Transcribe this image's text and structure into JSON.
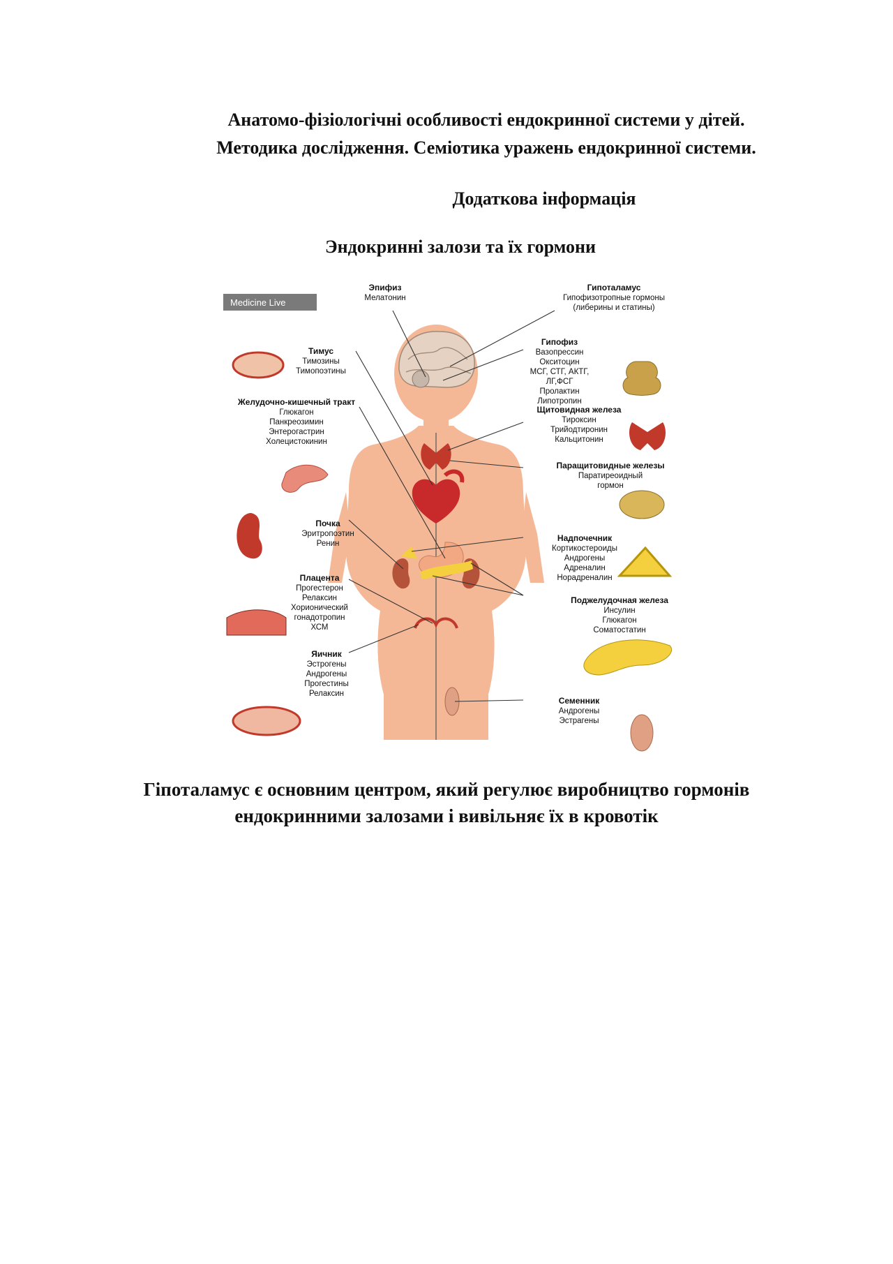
{
  "title_lines": [
    "Анатомо-фізіологічні особливості ендокринної системи у дітей.",
    "Методика дослідження. Семіотика уражень ендокринної системи."
  ],
  "subtitle": "Додаткова інформація",
  "section_title": "Эндокринні залози та їх гормони",
  "figure": {
    "watermark": "Medicine Live",
    "glands": [
      {
        "name": "Эпифиз",
        "hormones": [
          "Мелатонин"
        ]
      },
      {
        "name": "Гипоталамус",
        "hormones": [
          "Гипофизотропные гормоны",
          "(либерины и статины)"
        ]
      },
      {
        "name": "Тимус",
        "hormones": [
          "Тимозины",
          "Тимопоэтины"
        ]
      },
      {
        "name": "Гипофиз",
        "hormones": [
          "Вазопрессин",
          "Окситоцин",
          "МСГ, СТГ, АКТГ,",
          "ЛГ,ФСГ",
          "Пролактин",
          "Липотропин"
        ]
      },
      {
        "name": "Желудочно-кишечный тракт",
        "hormones": [
          "Глюкагон",
          "Панкреозимин",
          "Энтерогастрин",
          "Холецистокинин"
        ]
      },
      {
        "name": "Щитовидная железа",
        "hormones": [
          "Тироксин",
          "Трийодтиронин",
          "Кальцитонин"
        ]
      },
      {
        "name": "Паращитовидные железы",
        "hormones": [
          "Паратиреоидный",
          "гормон"
        ]
      },
      {
        "name": "Почка",
        "hormones": [
          "Эритропоэтин",
          "Ренин"
        ]
      },
      {
        "name": "Надпочечник",
        "hormones": [
          "Кортикостероиды",
          "Андрогены",
          "Адреналин",
          "Норадреналин"
        ]
      },
      {
        "name": "Плацента",
        "hormones": [
          "Прогестерон",
          "Релаксин",
          "Хорионический",
          "гонадотропин",
          "ХСМ"
        ]
      },
      {
        "name": "Поджелудочная железа",
        "hormones": [
          "Инсулин",
          "Глюкагон",
          "Соматостатин"
        ]
      },
      {
        "name": "Яичник",
        "hormones": [
          "Эстрогены",
          "Андрогены",
          "Прогестины",
          "Релаксин"
        ]
      },
      {
        "name": "Семенник",
        "hormones": [
          "Андрогены",
          "Эстрагены"
        ]
      }
    ]
  },
  "bottom_text_lines": [
    "Гіпоталамус  є  основним центром, який регулює виробництво гормонів",
    "ендокринними залозами і вивільняє їх в кровотік"
  ]
}
